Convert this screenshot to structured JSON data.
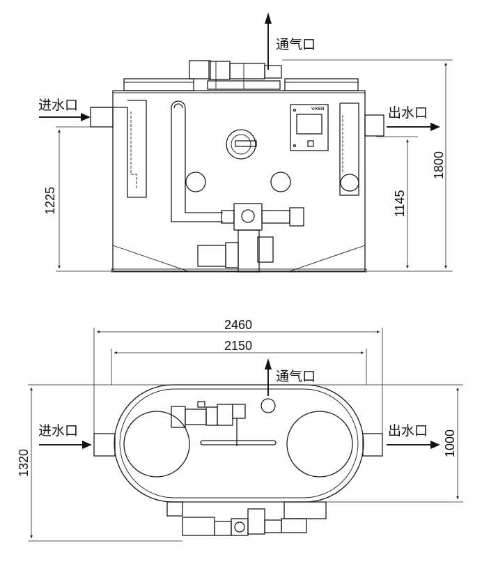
{
  "front_view": {
    "labels": {
      "vent": "通气口",
      "inlet": "进水口",
      "outlet": "出水口",
      "brand": "V-KEN"
    },
    "dimensions": {
      "total_height": "1800",
      "inlet_height": "1225",
      "outlet_height": "1145"
    }
  },
  "top_view": {
    "labels": {
      "vent": "通气口",
      "inlet": "进水口",
      "outlet": "出水口"
    },
    "dimensions": {
      "overall_length": "2460",
      "body_length": "2150",
      "overall_width": "1320",
      "body_width": "1000"
    }
  },
  "colors": {
    "line": "#1a1a1a",
    "background": "#ffffff"
  }
}
